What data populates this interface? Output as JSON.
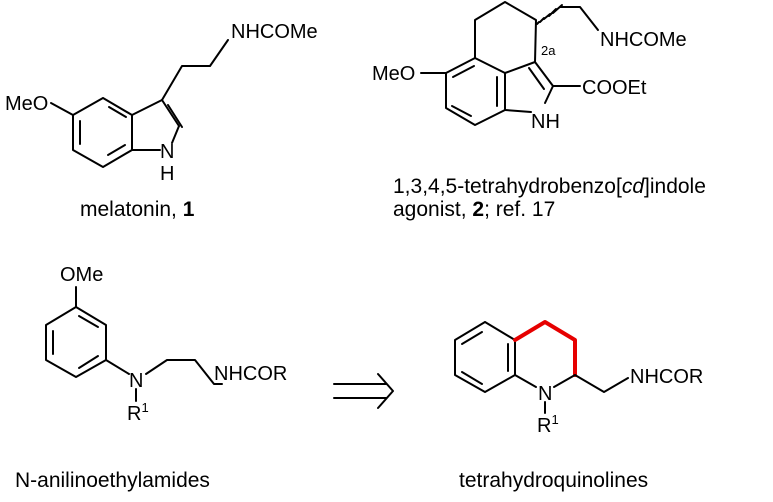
{
  "colors": {
    "ink": "#000000",
    "highlight": "#e60000"
  },
  "molecules": {
    "melatonin": {
      "labels": {
        "nhcome": "NHCOMe",
        "meo": "MeO",
        "n": "N",
        "h": "H"
      },
      "caption": {
        "name": "melatonin, ",
        "number": "1"
      }
    },
    "agonist": {
      "labels": {
        "nhcome": "NHCOMe",
        "meo": "MeO",
        "cooet": "COOEt",
        "nh": "NH",
        "locant": "2a"
      },
      "caption": {
        "line1_a": "1,3,4,5-tetrahydrobenzo[",
        "line1_italic": "cd",
        "line1_b": "]indole",
        "line2_a": "agonist, ",
        "line2_bold": "2",
        "line2_b": "; ref. 17"
      }
    },
    "anilinoethylamide": {
      "labels": {
        "ome": "OMe",
        "n": "N",
        "nhcor": "NHCOR",
        "r": "R",
        "r_sup": "1"
      },
      "caption": "N-anilinoethylamides"
    },
    "tetrahydroquinoline": {
      "labels": {
        "n": "N",
        "nhcor": "NHCOR",
        "r": "R",
        "r_sup": "1"
      },
      "caption": "tetrahydroquinolines"
    }
  },
  "arrow": {
    "icon": "retrosynthesis-arrow-icon"
  }
}
